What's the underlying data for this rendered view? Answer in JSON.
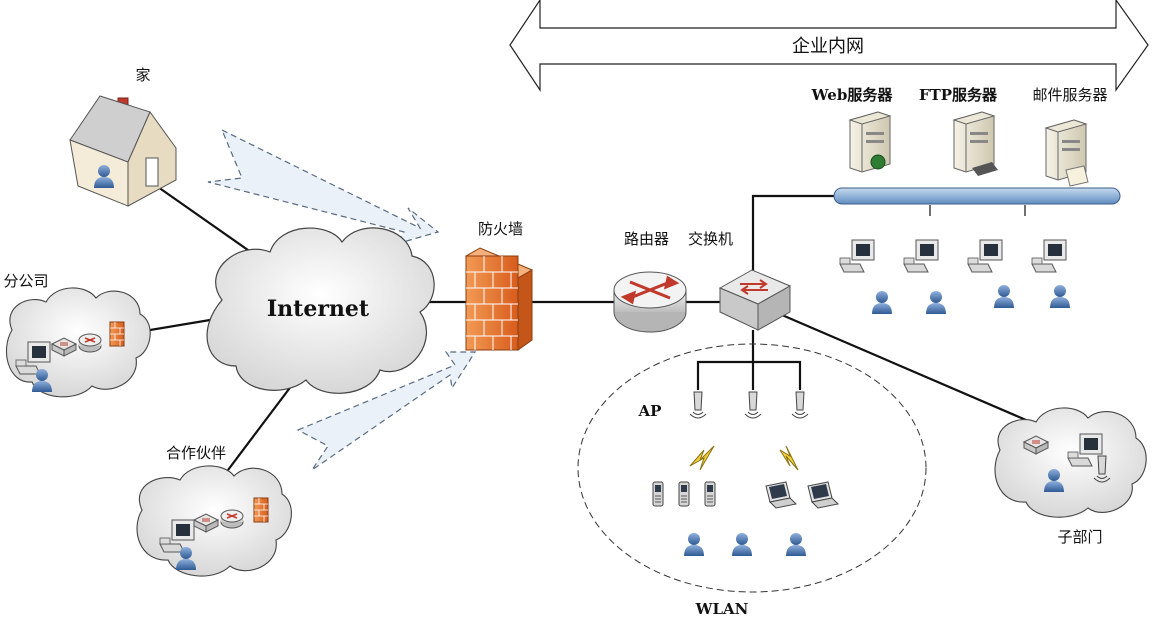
{
  "banner": {
    "label": "企业内网"
  },
  "servers": [
    {
      "label": "Web服务器"
    },
    {
      "label": "FTP服务器"
    },
    {
      "label": "邮件服务器"
    }
  ],
  "nodes": {
    "home": "家",
    "branch": "分公司",
    "partner": "合作伙伴",
    "internet": "Internet",
    "firewall": "防火墙",
    "router": "路由器",
    "switch": "交换机",
    "ap": "AP",
    "wlan": "WLAN",
    "subdept": "子部门"
  },
  "colors": {
    "firewall": "#e8702a",
    "server_bus": "#7fa6cf",
    "user": "#4a6fa5",
    "cloud": "#e6e6e6",
    "arrow_fill": "#e8f0f8"
  }
}
